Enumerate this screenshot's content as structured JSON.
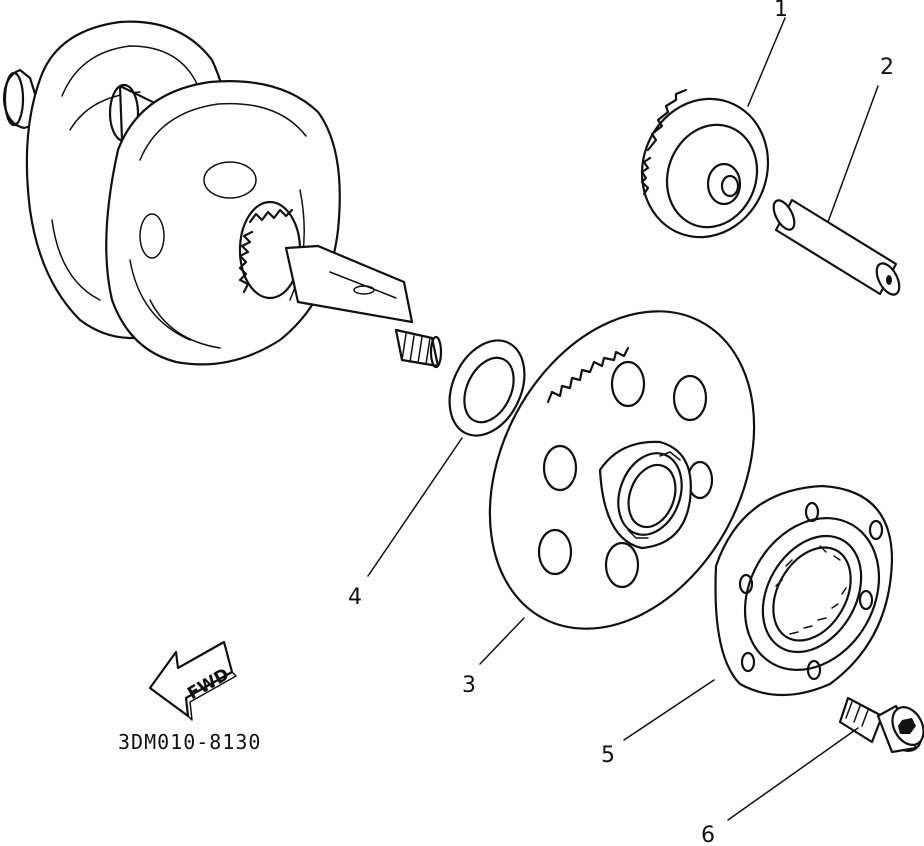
{
  "diagram": {
    "callouts": [
      {
        "id": "1",
        "label": "1"
      },
      {
        "id": "2",
        "label": "2"
      },
      {
        "id": "3",
        "label": "3"
      },
      {
        "id": "4",
        "label": "4"
      },
      {
        "id": "5",
        "label": "5"
      },
      {
        "id": "6",
        "label": "6"
      }
    ],
    "direction_marker": {
      "label": "FWD"
    },
    "drawing_code": "3DM010-8130"
  },
  "colors": {
    "ink": "#111111",
    "paper": "#ffffff"
  }
}
